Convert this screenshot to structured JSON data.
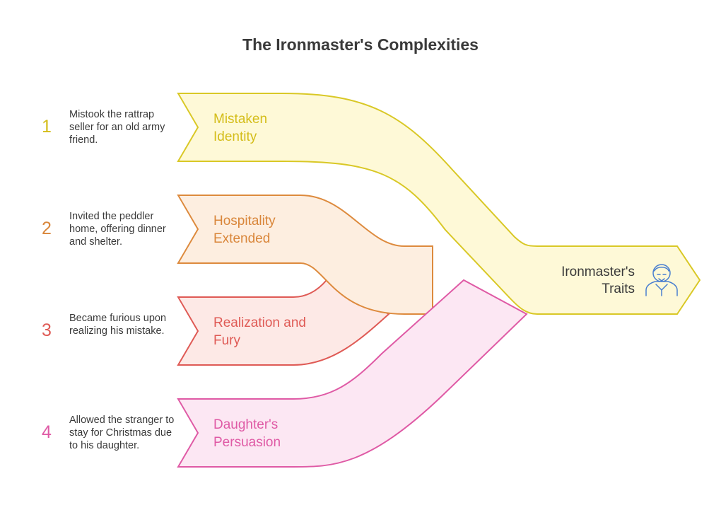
{
  "title": "The Ironmaster's Complexities",
  "result": {
    "line1": "Ironmaster's",
    "line2": "Traits",
    "icon": "ironmaster-person-icon"
  },
  "steps": [
    {
      "number": "1",
      "label_line1": "Mistaken",
      "label_line2": "Identity",
      "description": "Mistook the rattrap seller for an old army friend.",
      "stroke": "#d9c826",
      "fill": "#fef9d7",
      "text_color": "#d4bd19"
    },
    {
      "number": "2",
      "label_line1": "Hospitality",
      "label_line2": "Extended",
      "description": "Invited the peddler home, offering dinner and shelter.",
      "stroke": "#dd8a3d",
      "fill": "#fdeee0",
      "text_color": "#d9863a"
    },
    {
      "number": "3",
      "label_line1": "Realization and",
      "label_line2": "Fury",
      "description": "Became furious upon realizing his mistake.",
      "stroke": "#df5a55",
      "fill": "#fde9e6",
      "text_color": "#df5a55"
    },
    {
      "number": "4",
      "label_line1": "Daughter's",
      "label_line2": "Persuasion",
      "description": "Allowed the stranger to stay for Christmas due to his daughter.",
      "stroke": "#df5aa5",
      "fill": "#fce7f3",
      "text_color": "#df5aa5"
    }
  ]
}
